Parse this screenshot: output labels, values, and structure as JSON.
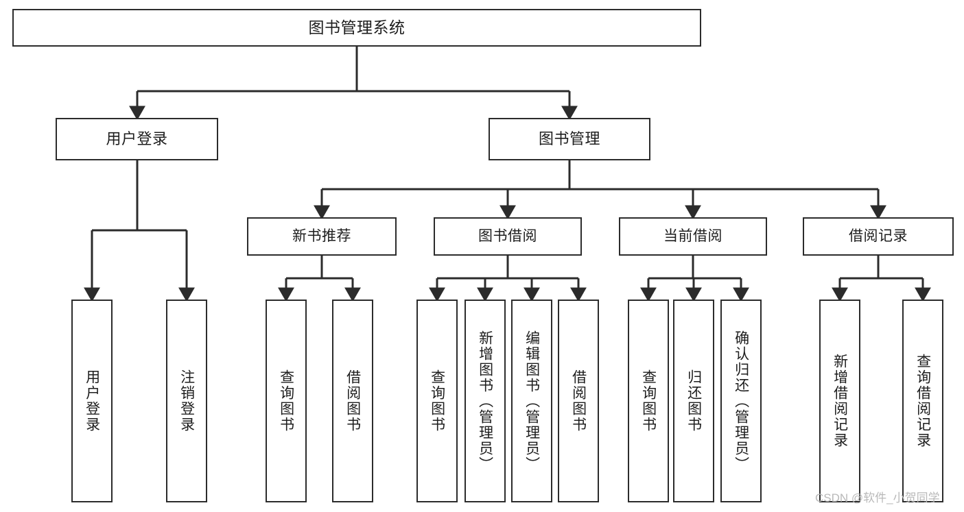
{
  "diagram": {
    "title": "图书管理系统",
    "type": "功能结构图",
    "line_color": "#2b2b2b",
    "box_fill": "#ffffff",
    "text_color": "#1d1d1d",
    "watermark": "CSDN @软件_小贺同学"
  },
  "nodes": {
    "root": {
      "label": "图书管理系统"
    },
    "level1": [
      {
        "label": "用户登录"
      },
      {
        "label": "图书管理"
      }
    ],
    "level2": [
      {
        "label": "新书推荐"
      },
      {
        "label": "图书借阅"
      },
      {
        "label": "当前借阅"
      },
      {
        "label": "借阅记录"
      }
    ],
    "leaves": {
      "user_login": [
        {
          "label": "用户登录"
        },
        {
          "label": "注销登录"
        }
      ],
      "new_book_recommend": [
        {
          "label": "查询图书"
        },
        {
          "label": "借阅图书"
        }
      ],
      "book_borrow": [
        {
          "label": "查询图书"
        },
        {
          "label": "新增图书（管理员）"
        },
        {
          "label": "编辑图书（管理员）"
        },
        {
          "label": "借阅图书"
        }
      ],
      "current_borrow": [
        {
          "label": "查询图书"
        },
        {
          "label": "归还图书"
        },
        {
          "label": "确认归还（管理员）"
        }
      ],
      "borrow_record": [
        {
          "label": "新增借阅记录"
        },
        {
          "label": "查询借阅记录"
        }
      ]
    }
  }
}
